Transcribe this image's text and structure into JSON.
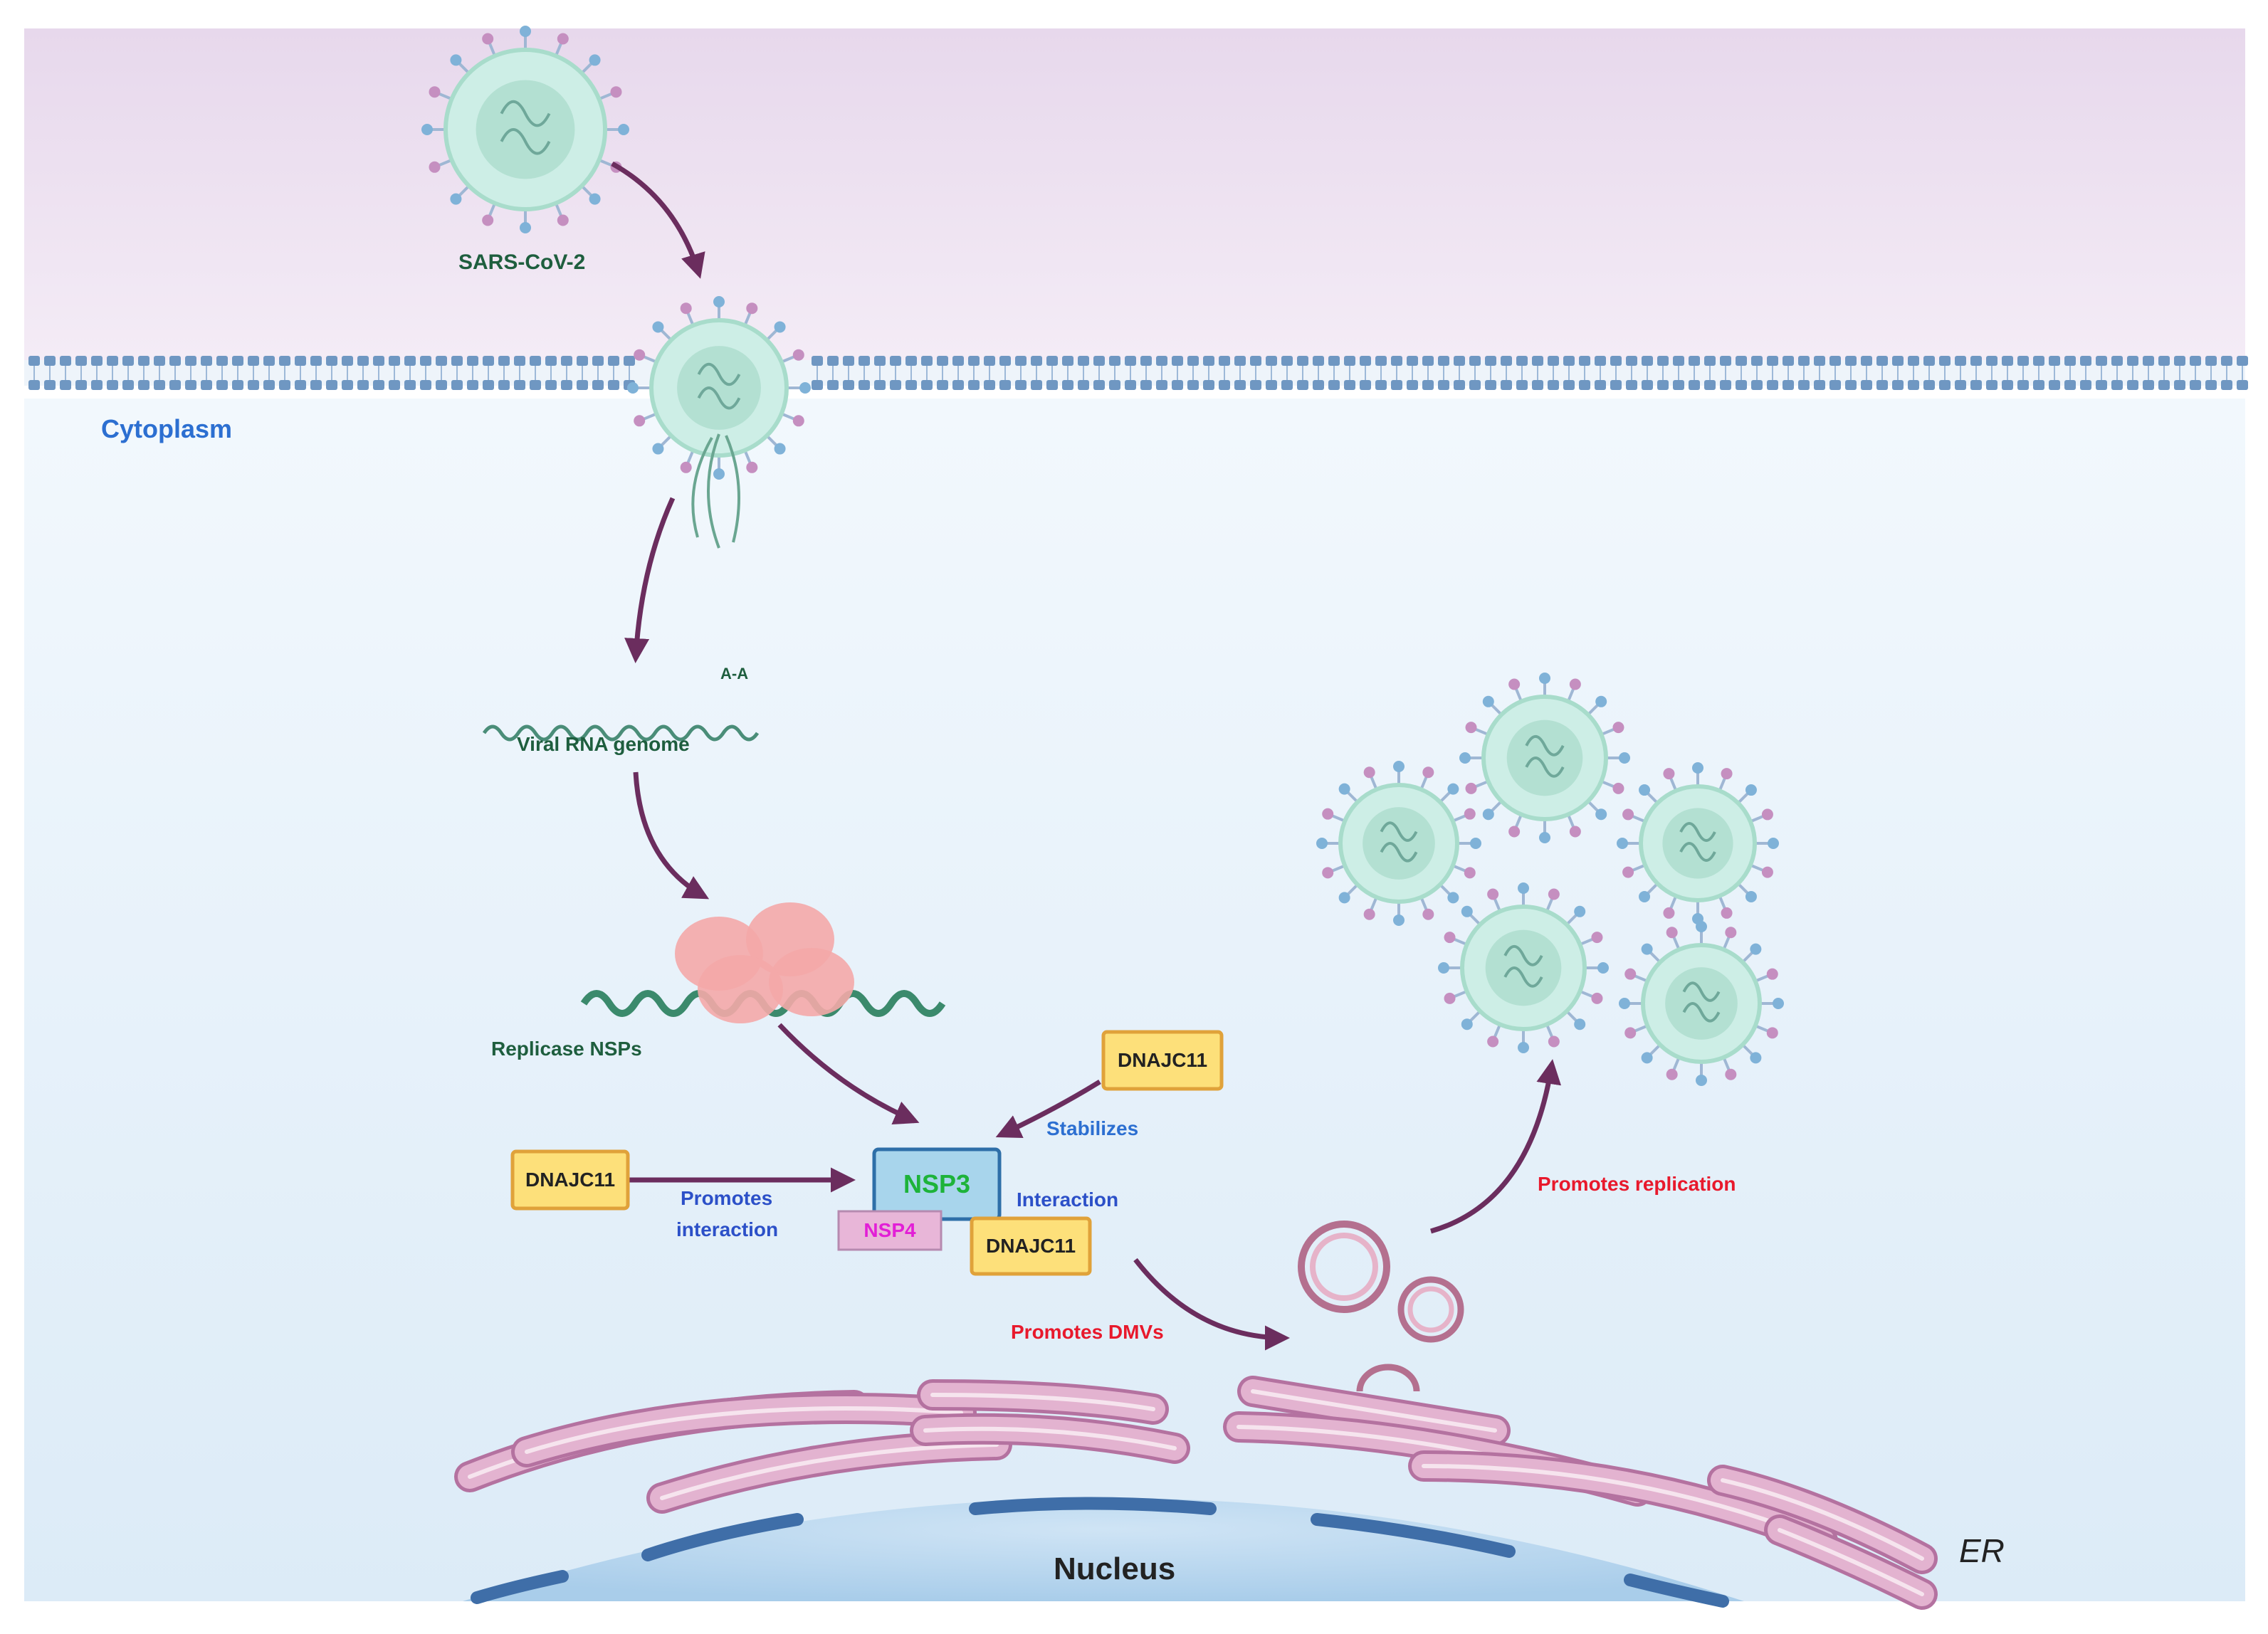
{
  "labels": {
    "sars_cov2": "SARS-CoV-2",
    "cytoplasm": "Cytoplasm",
    "viral_rna": "Viral RNA genome",
    "poly_a": "A-A",
    "replicase": "Replicase NSPs",
    "nsp3": "NSP3",
    "nsp4": "NSP4",
    "dnajc11_top": "DNAJC11",
    "dnajc11_left": "DNAJC11",
    "dnajc11_bottom": "DNAJC11",
    "stabilizes": "Stabilizes",
    "promotes_interaction_1": "Promotes",
    "promotes_interaction_2": "interaction",
    "interaction": "Interaction",
    "promotes_dmvs": "Promotes DMVs",
    "promotes_replication": "Promotes replication",
    "nucleus": "Nucleus",
    "er": "ER"
  },
  "colors": {
    "arrow": "#6b2d5e",
    "label_green": "#1e5e3e",
    "label_blue": "#2c6fd1",
    "label_red": "#e8192c",
    "nsp3_text": "#1db33a",
    "nsp4_text": "#e21fd6",
    "dnajc11_fill": "#fde07a",
    "dnajc11_border": "#e0a23a",
    "virus_body": "#c7ebe3",
    "virus_ring": "#94d4c2",
    "er_fill": "#e3b3d0",
    "er_stroke": "#b472a0",
    "nucleus_fill": "#b9d8ef",
    "membrane": "#7aa3c8"
  }
}
